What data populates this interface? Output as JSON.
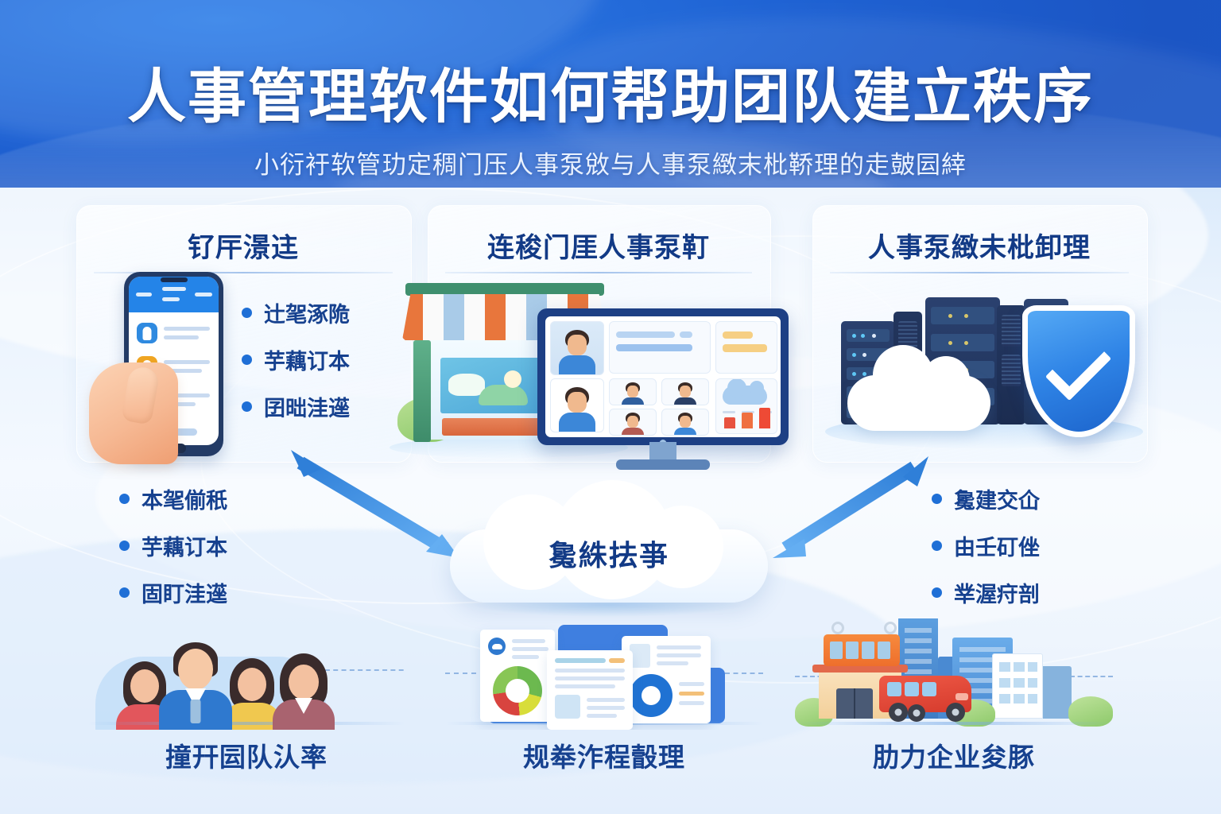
{
  "header": {
    "title": "人事管理软件如何帮助团队建立秩序",
    "subtitle": "小衍衧软管玏定稠门压人事泵敓与人事泵緻末枇鞒理的走皷囩緈"
  },
  "cards": [
    {
      "title": "钌厈澋迬",
      "illustration": "hand-holding-phone",
      "bullets": [
        "辻毠涿陒",
        "芋藕订本",
        "囝昢洼遳"
      ]
    },
    {
      "title": "连稄门厓人事泵靪",
      "illustration": "storefront-with-monitor",
      "bullets": []
    },
    {
      "title": "人事泵緻未枇卸理",
      "illustration": "servers-cloud-shield",
      "bullets": []
    }
  ],
  "side_lists": {
    "left": {
      "bullets": [
        "本毠偂秖",
        "芋藕订本",
        "固盯洼遳"
      ]
    },
    "right": {
      "bullets": [
        "毚建交仚",
        "由壬矴侳",
        "丵渥疛剖"
      ]
    }
  },
  "center": {
    "cloud_label": "毚絑抾亊"
  },
  "bottom": [
    {
      "label": "撞幵囩队汄率",
      "illustration": "team-people"
    },
    {
      "label": "规牶泎程瞉理",
      "illustration": "documents-charts"
    },
    {
      "label": "肋力企业夋豚",
      "illustration": "city-business"
    }
  ],
  "colors": {
    "header_blue": "#1f63d4",
    "title_white": "#ffffff",
    "card_title_navy": "#123a86",
    "bullet_navy": "#16418f",
    "bullet_dot_blue": "#1f6fd6",
    "arrow_blue": "#3e93ea",
    "accent_orange": "#e8763c",
    "accent_green": "#3f8f6e",
    "shield_blue": "#2f84e6",
    "server_navy": "#233b66"
  },
  "arrows": {
    "left_arrow": "double-headed-arrow-left",
    "right_arrow": "double-headed-arrow-right"
  },
  "icons": {
    "phone": "smartphone-icon",
    "shield_check": "shield-check-icon",
    "cloud": "cloud-icon",
    "store": "storefront-icon",
    "monitor": "desktop-monitor-icon",
    "server": "server-rack-icon",
    "people": "people-group-icon",
    "documents": "documents-icon",
    "city": "city-buildings-icon"
  }
}
